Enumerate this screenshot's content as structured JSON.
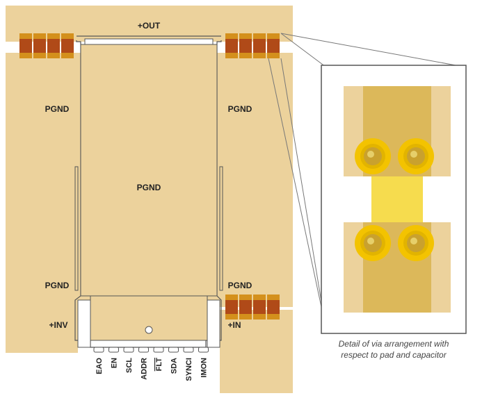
{
  "labels": {
    "out": "+OUT",
    "pgnd_top_left": "PGND",
    "pgnd_top_right": "PGND",
    "pgnd_center": "PGND",
    "pgnd_bottom_left": "PGND",
    "pgnd_bottom_right": "PGND",
    "inv": "+INV",
    "in": "+IN"
  },
  "pins": [
    "EAO",
    "EN",
    "SCL",
    "ADDR",
    "FLT",
    "SDA",
    "SYNCI",
    "IMON"
  ],
  "overlined_pin": "FLT",
  "detail": {
    "caption_line1": "Detail of via arrangement with",
    "caption_line2": "respect to pad and capacitor"
  },
  "colors": {
    "copper": "#ecd29c",
    "copper_dark": "#dcb85a",
    "pad_orange": "#d4901c",
    "pad_brown": "#b04a18",
    "via_ring": "#f3c300",
    "via_center": "#c9a12e",
    "cap_body": "#f6dc4e",
    "outline": "#555555"
  }
}
